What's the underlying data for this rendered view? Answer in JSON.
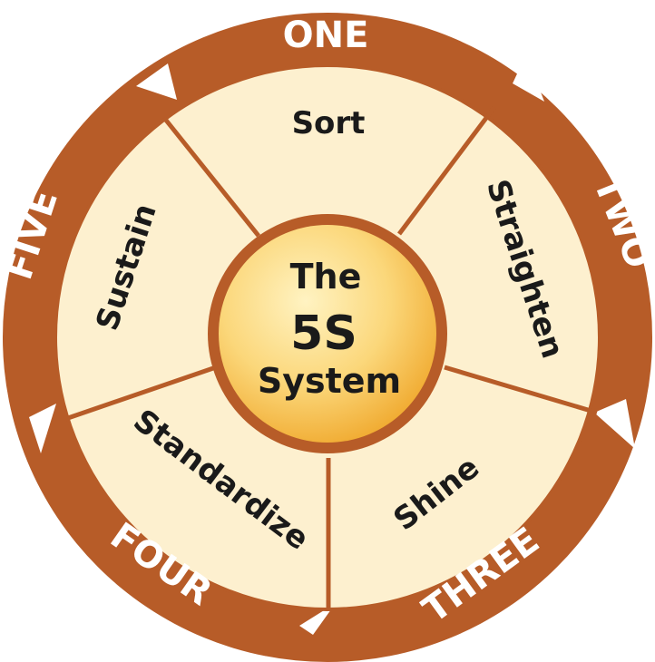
{
  "colors": {
    "ring": "#b75c28",
    "segment_fill": "#fdf0cf",
    "divider": "#b75c28",
    "hub_light": "#fff3c2",
    "hub_dark": "#f2b53a",
    "ring_text": "#ffffff",
    "segment_text": "#1a1a1a"
  },
  "hub": {
    "line1": "The",
    "line2": "5S",
    "line3": "System"
  },
  "ring_labels": [
    {
      "id": "one",
      "text": "ONE"
    },
    {
      "id": "two",
      "text": "TWO"
    },
    {
      "id": "three",
      "text": "THREE"
    },
    {
      "id": "four",
      "text": "FOUR"
    },
    {
      "id": "five",
      "text": "FIVE"
    }
  ],
  "segments": [
    {
      "id": "sort",
      "label": "Sort"
    },
    {
      "id": "straighten",
      "label": "Straighten"
    },
    {
      "id": "shine",
      "label": "Shine"
    },
    {
      "id": "standardize",
      "label": "Standardize"
    },
    {
      "id": "sustain",
      "label": "Sustain"
    }
  ]
}
